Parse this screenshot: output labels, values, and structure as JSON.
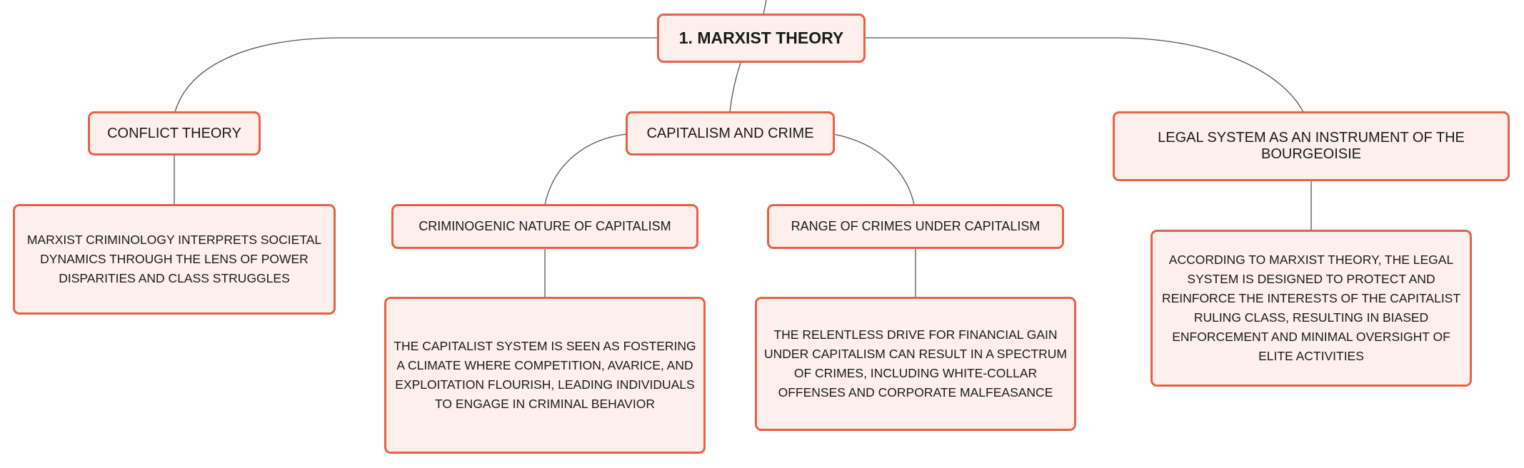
{
  "root": {
    "label": "1. MARXIST THEORY"
  },
  "branches": {
    "conflict": {
      "label": "CONFLICT THEORY",
      "detail": "MARXIST CRIMINOLOGY INTERPRETS SOCIETAL DYNAMICS THROUGH THE LENS OF POWER DISPARITIES AND CLASS STRUGGLES"
    },
    "capitalism": {
      "label": "CAPITALISM AND CRIME",
      "criminogenic": {
        "label": "CRIMINOGENIC NATURE OF CAPITALISM",
        "detail": "THE CAPITALIST SYSTEM IS SEEN AS FOSTERING A CLIMATE WHERE COMPETITION, AVARICE, AND EXPLOITATION FLOURISH, LEADING INDIVIDUALS TO ENGAGE IN CRIMINAL BEHAVIOR"
      },
      "range": {
        "label": "RANGE OF CRIMES UNDER CAPITALISM",
        "detail": "THE RELENTLESS DRIVE FOR FINANCIAL GAIN UNDER CAPITALISM CAN RESULT IN A SPECTRUM OF CRIMES, INCLUDING WHITE-COLLAR OFFENSES AND CORPORATE MALFEASANCE"
      }
    },
    "legal": {
      "label": "LEGAL SYSTEM AS AN INSTRUMENT OF THE BOURGEOISIE",
      "detail": "ACCORDING TO MARXIST THEORY, THE LEGAL SYSTEM IS DESIGNED TO PROTECT AND REINFORCE THE INTERESTS OF THE CAPITALIST RULING CLASS, RESULTING IN BIASED ENFORCEMENT AND MINIMAL OVERSIGHT OF ELITE ACTIVITIES"
    }
  },
  "colors": {
    "node_fill": "#fdf0ec",
    "node_border": "#e8604a",
    "connector": "#555555"
  }
}
